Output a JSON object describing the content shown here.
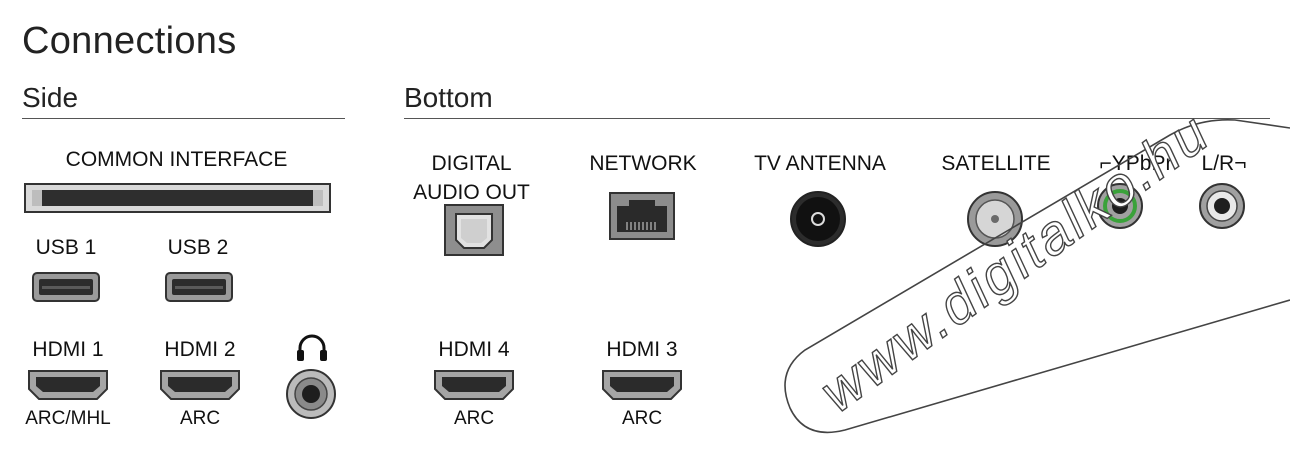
{
  "page": {
    "title": "Connections"
  },
  "side": {
    "title": "Side",
    "common_interface": "COMMON INTERFACE",
    "usb1": "USB 1",
    "usb2": "USB 2",
    "hdmi1": {
      "label": "HDMI 1",
      "sub": "ARC/MHL"
    },
    "hdmi2": {
      "label": "HDMI 2",
      "sub": "ARC"
    },
    "headphone_icon": "headphones-icon"
  },
  "bottom": {
    "title": "Bottom",
    "digital_audio_out": {
      "line1": "DIGITAL",
      "line2": "AUDIO OUT"
    },
    "network": "NETWORK",
    "tv_antenna": "TV ANTENNA",
    "satellite": "SATELLITE",
    "ypbpr": "⌐YPbPr",
    "lr": "L/R¬",
    "hdmi4": {
      "label": "HDMI 4",
      "sub": "ARC"
    },
    "hdmi3": {
      "label": "HDMI 3",
      "sub": "ARC"
    }
  },
  "watermark": "www.digitalko.hu",
  "colors": {
    "accent_green": "#3aa23a",
    "port_dark": "#2a2a2a",
    "port_grey": "#8a8a8a"
  }
}
